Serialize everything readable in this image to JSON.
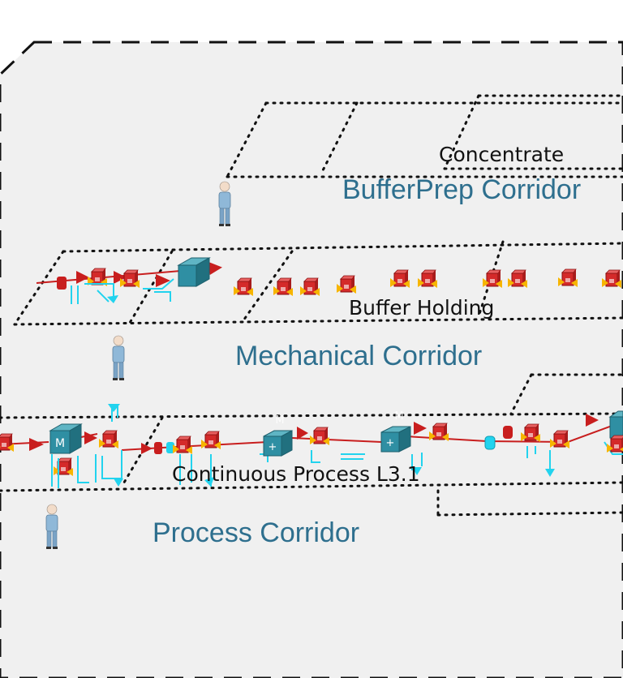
{
  "colors": {
    "floor": "#f0f0f0",
    "corridor_text": "#2e6f8e",
    "area_text": "#111111",
    "tank_red": "#d42a2a",
    "arrow_yellow": "#f7b500",
    "pipe_cyan": "#22d3ee",
    "flow_red": "#c81e1e",
    "skid_teal": "#2f8fa3",
    "person_blue": "#8fb8d8"
  },
  "areas": {
    "concentrate": "Concentrate",
    "buffer_holding": "Buffer Holding",
    "continuous_process": "Continuous Process L3.1"
  },
  "corridors": {
    "bufferprep": "BufferPrep Corridor",
    "mechanical": "Mechanical Corridor",
    "process": "Process Corridor"
  },
  "skid_labels": {
    "mixer": "M",
    "plus": "+",
    "m_small": "M"
  },
  "icons": {
    "tank": "tank-icon",
    "skid": "skid-icon",
    "person": "operator-icon",
    "arrow": "flow-arrow-icon"
  }
}
